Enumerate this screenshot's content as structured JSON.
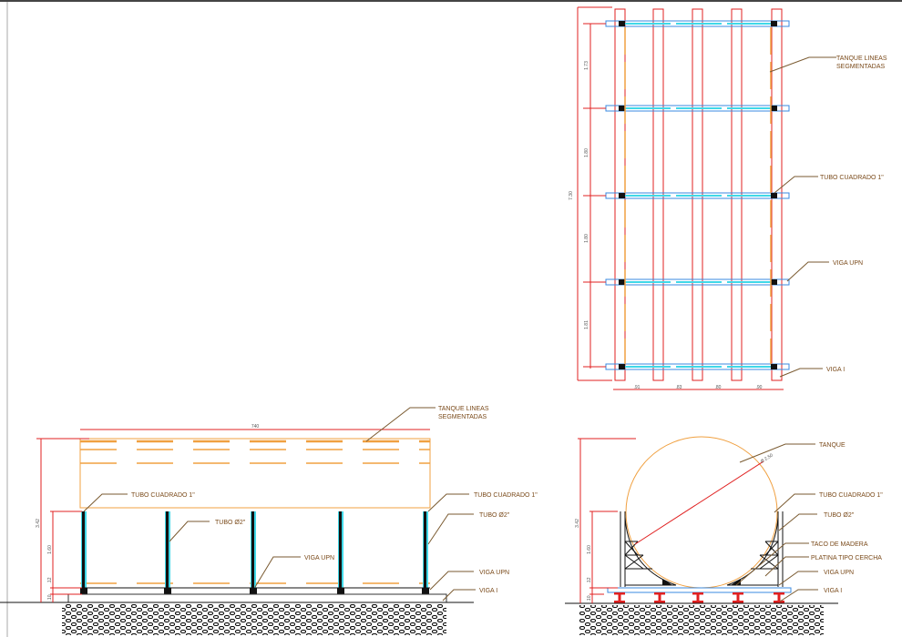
{
  "colors": {
    "dimension": "#e02020",
    "tank": "#f0a040",
    "beam": "#3a8ae0",
    "pipe": "#40d8e8",
    "leader": "#7a5a30",
    "text": "#7a4a1a"
  },
  "plan": {
    "labels": [
      "TANQUE LINEAS",
      "SEGMENTADAS",
      "TUBO CUADRADO 1\"",
      "VIGA UPN",
      "VIGA I"
    ],
    "dims": {
      "total": "7.30",
      "spans": [
        "1.73",
        "1.80",
        "1.80",
        "1.81"
      ],
      "widths": [
        ".91",
        ".83",
        ".80",
        ".90"
      ]
    }
  },
  "elevation": {
    "labels": {
      "tank1": "TANQUE LINEAS",
      "tank2": "SEGMENTADAS",
      "tubo_cuadrado_left": "TUBO CUADRADO 1\"",
      "tubo_cuadrado_right": "TUBO CUADRADO 1\"",
      "tubo_left": "TUBO Ø2\"",
      "tubo_right": "TUBO Ø2\"",
      "viga_upn_mid": "VIGA UPN",
      "viga_upn_right": "VIGA UPN",
      "viga_i": "VIGA I"
    },
    "dims": {
      "length": "740",
      "height": "3.42",
      "support": "1.60",
      "upn": ".12",
      "base": ".10"
    }
  },
  "section": {
    "labels": {
      "tanque": "TANQUE",
      "tubo_cuadrado": "TUBO CUADRADO 1\"",
      "tubo": "TUBO Ø2\"",
      "taco": "TACO DE MADERA",
      "platina": "PLATINA TIPO CERCHA",
      "viga_upn": "VIGA UPN",
      "viga_i": "VIGA I"
    },
    "dims": {
      "height": "3.42",
      "support": "1.60",
      "upn": ".12",
      "base": ".10",
      "diameter": "Ø 2.50"
    }
  }
}
